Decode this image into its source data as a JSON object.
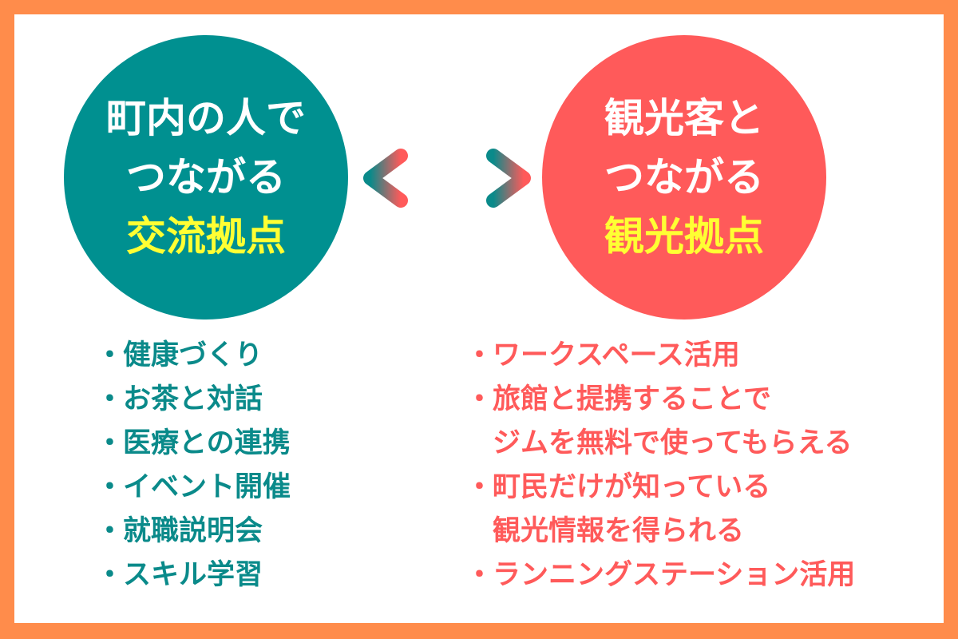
{
  "left_circle": {
    "line1": "町内の人で",
    "line2": "つながる",
    "highlight": "交流拠点"
  },
  "right_circle": {
    "line1": "観光客と",
    "line2": "つながる",
    "highlight": "観光拠点"
  },
  "left_items": [
    "健康づくり",
    "お茶と対話",
    "医療との連携",
    "イベント開催",
    "就職説明会",
    "スキル学習"
  ],
  "right_items": [
    {
      "line1": "ワークスペース活用"
    },
    {
      "line1": "旅館と提携することで",
      "line2": "ジムを無料で使ってもらえる"
    },
    {
      "line1": "町民だけが知っている",
      "line2": "観光情報を得られる"
    },
    {
      "line1": "ランニングステーション活用"
    }
  ],
  "colors": {
    "border": "#FF8C4B",
    "teal": "#009090",
    "red": "#FF5A5A",
    "highlight": "#FFFF33"
  }
}
